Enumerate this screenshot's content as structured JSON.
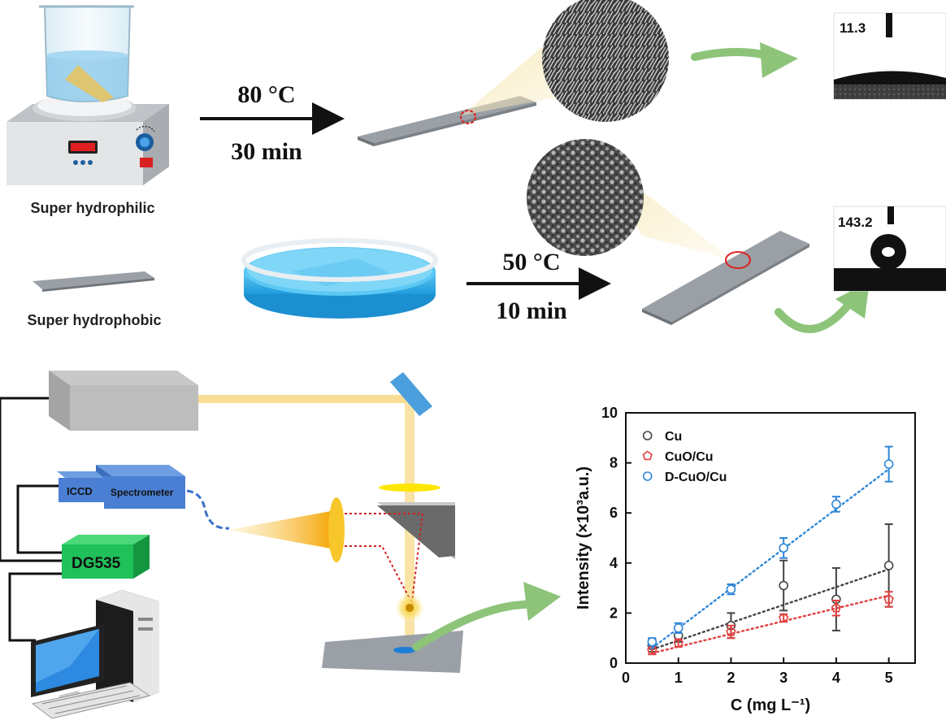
{
  "top": {
    "step1_temp": "80 °C",
    "step1_time": "30 min",
    "step1_caption": "Super hydrophilic",
    "step2_temp": "50 °C",
    "step2_time": "10 min",
    "step2_caption": "Super hydrophobic",
    "angle_hydrophilic": "11.3",
    "angle_hydrophobic": "143.2"
  },
  "setup": {
    "iccd_label": "ICCD",
    "spectrometer_label": "Spectrometer",
    "delay_label": "DG535"
  },
  "colors": {
    "arrow_green": "#8dc47a",
    "laser_yellow": "#f7d98a",
    "liquid_blue": "#3ab4ea",
    "spectro_blue": "#4a7fd3",
    "dg_green": "#20c05a",
    "cu_series": "#444444",
    "cuo_series": "#e04040",
    "dcuo_series": "#2f86d8"
  },
  "chart_data": {
    "type": "scatter",
    "xlabel": "C (mg L⁻¹)",
    "ylabel": "Intensity (×10³a.u.)",
    "xlim": [
      0,
      5.5
    ],
    "ylim": [
      0,
      10
    ],
    "xticks": [
      0,
      1,
      2,
      3,
      4,
      5
    ],
    "yticks": [
      0,
      2,
      4,
      6,
      8,
      10
    ],
    "grid": false,
    "legend": "top-left",
    "series": [
      {
        "name": "Cu",
        "marker": "circle",
        "color": "#444444",
        "x": [
          0.5,
          1,
          2,
          3,
          4,
          5
        ],
        "y": [
          0.7,
          1.1,
          1.5,
          3.1,
          2.55,
          3.9
        ],
        "err": [
          0.25,
          0.25,
          0.5,
          1.0,
          1.25,
          1.65
        ],
        "fit": [
          0.55,
          3.75
        ]
      },
      {
        "name": "CuO/Cu",
        "marker": "pentagon",
        "color": "#e04040",
        "x": [
          0.5,
          1,
          2,
          3,
          4,
          5
        ],
        "y": [
          0.5,
          0.8,
          1.25,
          1.8,
          2.2,
          2.55
        ],
        "err": [
          0.15,
          0.15,
          0.25,
          0.15,
          0.3,
          0.3
        ],
        "fit": [
          0.4,
          2.7
        ]
      },
      {
        "name": "D-CuO/Cu",
        "marker": "circle",
        "color": "#2f86d8",
        "x": [
          0.5,
          1,
          2,
          3,
          4,
          5
        ],
        "y": [
          0.85,
          1.4,
          2.95,
          4.6,
          6.35,
          7.95
        ],
        "err": [
          0.15,
          0.2,
          0.2,
          0.4,
          0.3,
          0.7
        ],
        "fit": [
          0.6,
          7.75
        ]
      }
    ]
  }
}
